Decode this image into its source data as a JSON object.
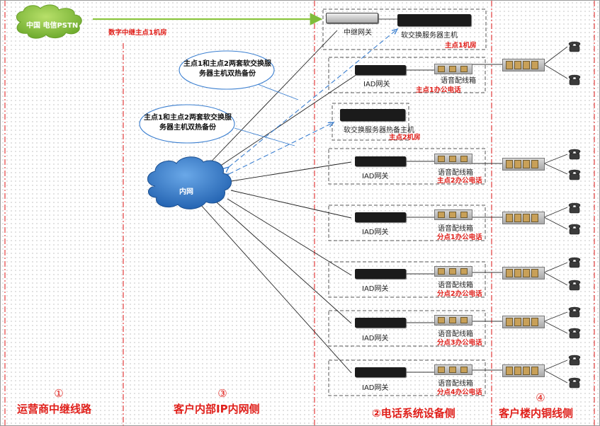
{
  "pstn": {
    "label": "中国 电信PSTN",
    "line_label": "数字中继主点1机房"
  },
  "top_devices": {
    "trunk_gateway": "中继网关",
    "softswitch_host": "软交换服务器主机",
    "host_room": "主点1机房",
    "backup_host": "软交换服务器热备主机",
    "backup_room": "主点2机房"
  },
  "notes": {
    "note1": "主点1和主点2两套软交换服务器主机双热备份",
    "note2": "主点1和主点2两套软交换服务器主机双热备份"
  },
  "cloud_label": "内网",
  "sites": [
    {
      "gateway": "IAD网关",
      "patch": "语音配线箱",
      "office": "主点1办公电话"
    },
    {
      "gateway": "IAD网关",
      "patch": "语音配线箱",
      "office": "主点2办公电话"
    },
    {
      "gateway": "IAD网关",
      "patch": "语音配线箱",
      "office": "分点1办公电话"
    },
    {
      "gateway": "IAD网关",
      "patch": "语音配线箱",
      "office": "分点2办公电话"
    },
    {
      "gateway": "IAD网关",
      "patch": "语音配线箱",
      "office": "分点3办公电话"
    },
    {
      "gateway": "IAD网关",
      "patch": "语音配线箱",
      "office": "分点4办公电话"
    }
  ],
  "zones": {
    "carrier": {
      "num": "①",
      "title": "运营商中继线路"
    },
    "intranet": {
      "num": "③",
      "title": "客户内部IP内网侧"
    },
    "phone_system": {
      "title": "②电话系统设备侧"
    },
    "copper": {
      "num": "④",
      "title": "客户楼内铜线侧"
    }
  },
  "colors": {
    "zone_text": "#e0201b",
    "pstn_line": "#8cc63f",
    "cloud": "#2f78c4",
    "dashed_link": "#3b7fd0"
  }
}
